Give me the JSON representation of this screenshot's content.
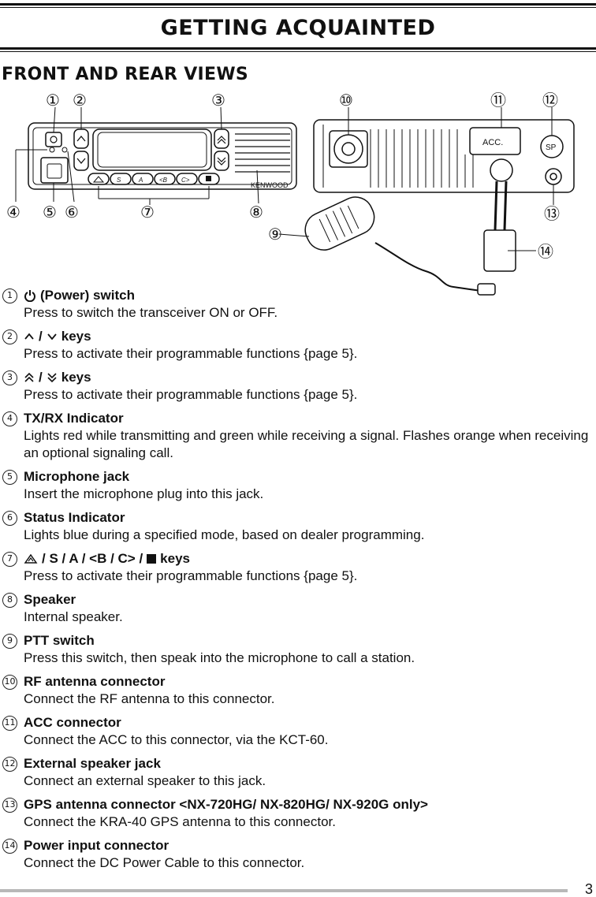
{
  "header": {
    "title": "GETTING ACQUAINTED"
  },
  "section": {
    "title": "FRONT AND REAR VIEWS"
  },
  "figure": {
    "callouts": [
      "①",
      "②",
      "③",
      "④",
      "⑤",
      "⑥",
      "⑦",
      "⑧",
      "⑨",
      "⑩",
      "⑪",
      "⑫",
      "⑬",
      "⑭"
    ],
    "brand": "KENWOOD",
    "acc_label": "ACC.",
    "sp_label": "SP",
    "front_keys": [
      "S",
      "A",
      "<B",
      "C>"
    ]
  },
  "items": [
    {
      "num": "1",
      "head_text": "(Power) switch",
      "desc": "Press to switch the transceiver ON or OFF."
    },
    {
      "num": "2",
      "head_text": "keys",
      "sep": "/",
      "desc": "Press to activate their programmable functions {page 5}."
    },
    {
      "num": "3",
      "head_text": "keys",
      "sep": "/",
      "desc": "Press to activate their programmable functions {page 5}."
    },
    {
      "num": "4",
      "head_text": "TX/RX Indicator",
      "desc": "Lights red while transmitting and green while receiving a signal.  Flashes orange when receiving an optional signaling call."
    },
    {
      "num": "5",
      "head_text": "Microphone jack",
      "desc": "Insert the microphone plug into this jack."
    },
    {
      "num": "6",
      "head_text": "Status Indicator",
      "desc": "Lights blue during a specified mode, based on dealer programming."
    },
    {
      "num": "7",
      "head_text": "/ S / A / <B / C> /",
      "head_tail": "keys",
      "desc": "Press to activate their programmable functions {page 5}."
    },
    {
      "num": "8",
      "head_text": "Speaker",
      "desc": "Internal speaker."
    },
    {
      "num": "9",
      "head_text": "PTT switch",
      "desc": "Press this switch, then speak into the microphone to call a station."
    },
    {
      "num": "10",
      "head_text": "RF antenna connector",
      "desc": "Connect the RF antenna to this connector."
    },
    {
      "num": "11",
      "head_text": "ACC connector",
      "desc": "Connect the ACC to this connector, via the KCT-60."
    },
    {
      "num": "12",
      "head_text": "External speaker jack",
      "desc": "Connect an external speaker to this jack."
    },
    {
      "num": "13",
      "head_text": "GPS antenna connector <NX-720HG/ NX-820HG/ NX-920G only>",
      "desc": "Connect the KRA-40 GPS antenna to this connector."
    },
    {
      "num": "14",
      "head_text": "Power input connector",
      "desc": "Connect the DC Power Cable to this connector."
    }
  ],
  "footer": {
    "page_number": "3"
  }
}
